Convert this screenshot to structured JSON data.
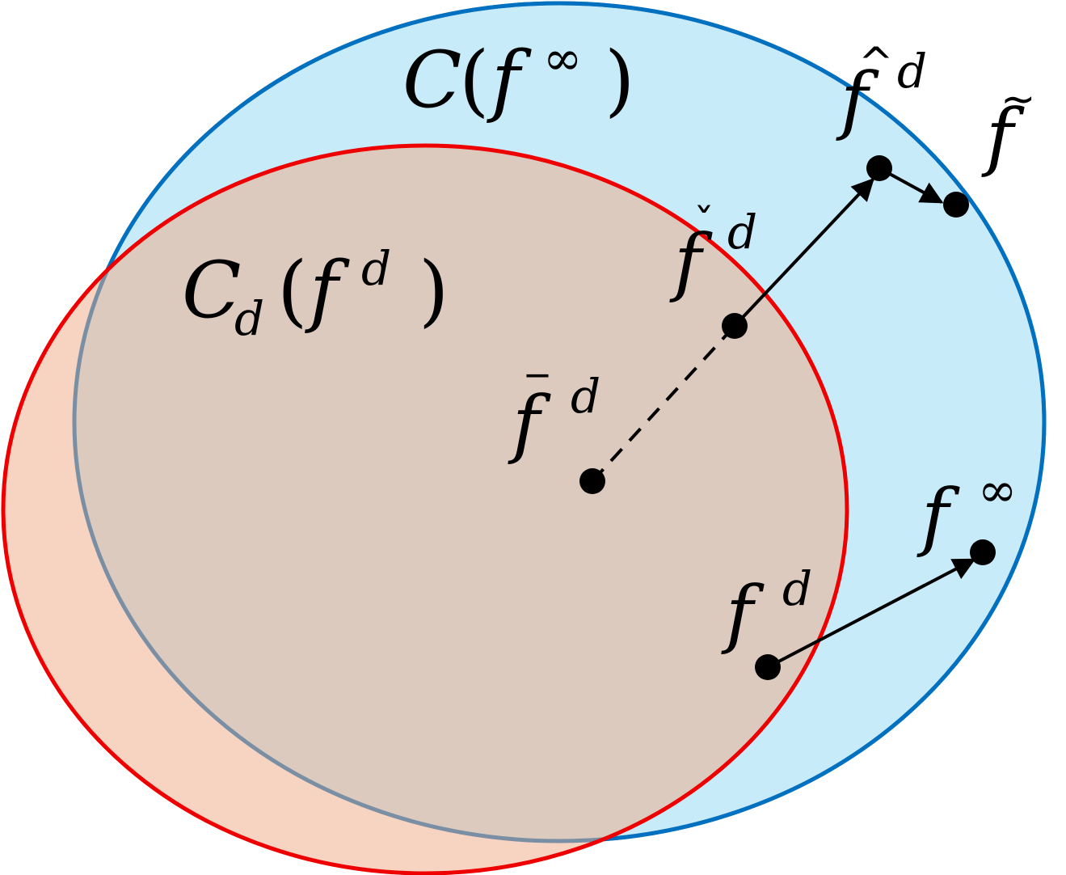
{
  "colors": {
    "outer_fill": "#c8ebfa",
    "outer_stroke": "#0070c0",
    "inner_fill": "#f7d3c2",
    "overlap_fill": "#dccabe",
    "inner_stroke": "#ee0000",
    "point": "#000000"
  },
  "sets": {
    "outer": {
      "script": "C",
      "open": "(",
      "var": "f",
      "sup": "∞",
      "close": ")"
    },
    "inner": {
      "script": "C",
      "sub": "d",
      "open": "(",
      "var": "f",
      "sup": "d",
      "close": ")"
    }
  },
  "points": {
    "f_hat_d": {
      "var": "f",
      "accent": "^",
      "sup": "d"
    },
    "f_tilde": {
      "var": "f",
      "accent": "~"
    },
    "f_check_d": {
      "var": "f",
      "accent": "ˇ",
      "sup": "d"
    },
    "f_bar_d": {
      "var": "f",
      "accent": "‾",
      "sup": "d"
    },
    "f_inf": {
      "var": "f",
      "sup": "∞"
    },
    "f_d": {
      "var": "f",
      "sup": "d"
    }
  }
}
